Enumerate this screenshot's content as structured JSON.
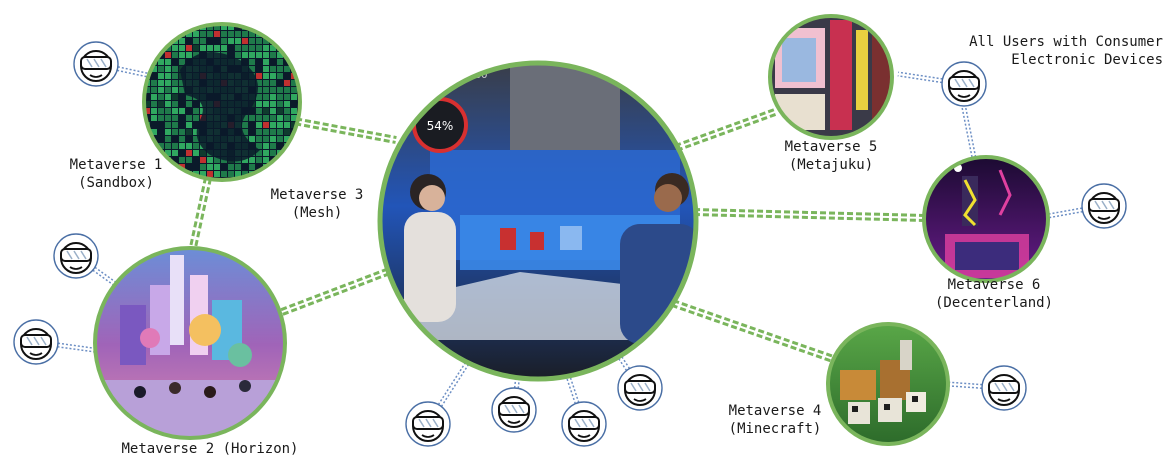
{
  "colors": {
    "world_ring": "#7ab55c",
    "user_ring": "#4a6fa5",
    "user_link": "#6d8fc4",
    "world_link": "#7ab55c"
  },
  "worlds": [
    {
      "id": "m1",
      "name": "Metaverse 1",
      "platform": "(Sandbox)",
      "palette": [
        "#0f3b2e",
        "#1f7a4a",
        "#30a860",
        "#0b1a2a",
        "#c03030"
      ]
    },
    {
      "id": "m2",
      "name": "Metaverse 2 (Horizon)",
      "platform": "",
      "palette": [
        "#5b3fa0",
        "#e07ab8",
        "#f4c060",
        "#6ac0e8",
        "#b04c8c"
      ]
    },
    {
      "id": "m3",
      "name": "Metaverse 3",
      "platform": "(Mesh)",
      "palette": [
        "#1e3e86",
        "#3a78d8",
        "#26282e",
        "#e8e8e8",
        "#c82a2a"
      ]
    },
    {
      "id": "m4",
      "name": "Metaverse 4",
      "platform": "(Minecraft)",
      "palette": [
        "#3c8a3a",
        "#7ac04a",
        "#c88a38",
        "#e8e4d8",
        "#1e1e1e"
      ]
    },
    {
      "id": "m5",
      "name": "Metaverse 5",
      "platform": "(Metajuku)",
      "palette": [
        "#c83050",
        "#f0c0d0",
        "#3a3a48",
        "#e8d040",
        "#7a3030"
      ]
    },
    {
      "id": "m6",
      "name": "Metaverse 6",
      "platform": "(Decenterland)",
      "palette": [
        "#1c0c3c",
        "#8a2cc8",
        "#e040a0",
        "#f0e030",
        "#3c2c7c"
      ]
    }
  ],
  "hmd_note": {
    "line1": "All Users with Consumer",
    "line2": "Electronic Devices"
  },
  "m3_overlay": {
    "gauge_value": "54%",
    "gauge_top": "100"
  },
  "user_icon": "vr-headset-user-icon"
}
